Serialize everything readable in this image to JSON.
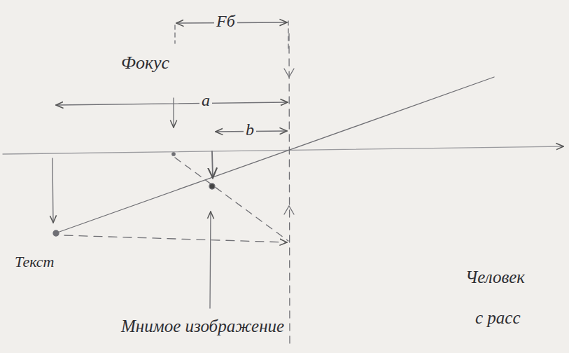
{
  "diagram": {
    "labels": [
      "Fб",
      "Фокус",
      "a",
      "b",
      "Текст",
      "Мнимое изображение",
      "Человек",
      "с расс"
    ]
  }
}
